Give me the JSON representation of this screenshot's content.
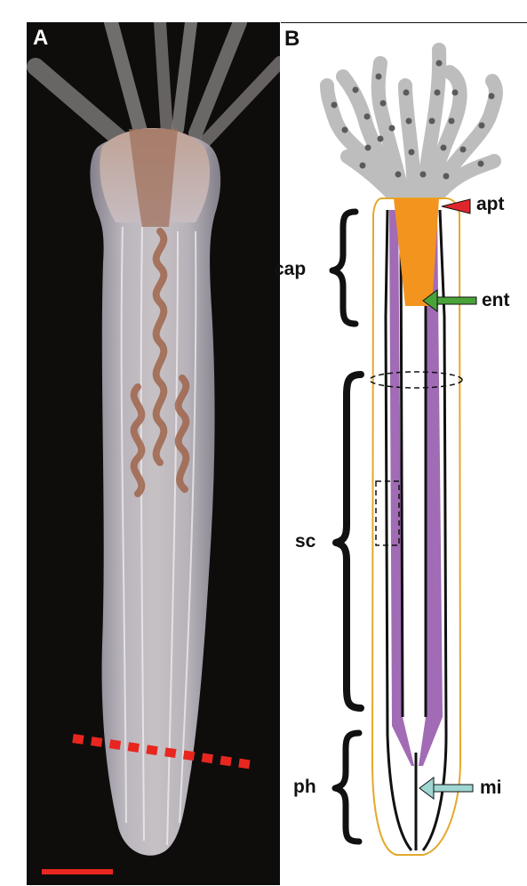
{
  "panels": {
    "a": {
      "label": "A"
    },
    "b": {
      "label": "B"
    }
  },
  "regions": {
    "cap": "cap",
    "sc": "sc",
    "ph": "ph"
  },
  "markers": {
    "apt": {
      "label": "apt",
      "color": "#e0262c"
    },
    "ent": {
      "label": "ent",
      "color": "#4aa33a"
    },
    "mi": {
      "label": "mi",
      "color": "#9fd6d2"
    }
  },
  "colors": {
    "tentacle": "#bdbdbd",
    "tentacle_dots": "#5a5a5a",
    "head_cone": "#f3941f",
    "body_outline": "#e3a92c",
    "gut_tube": "#a26bb6",
    "photo_background": "#0e0d0c",
    "photo_cut_line": "#e8261f",
    "scale_bar": "#e8261f"
  }
}
